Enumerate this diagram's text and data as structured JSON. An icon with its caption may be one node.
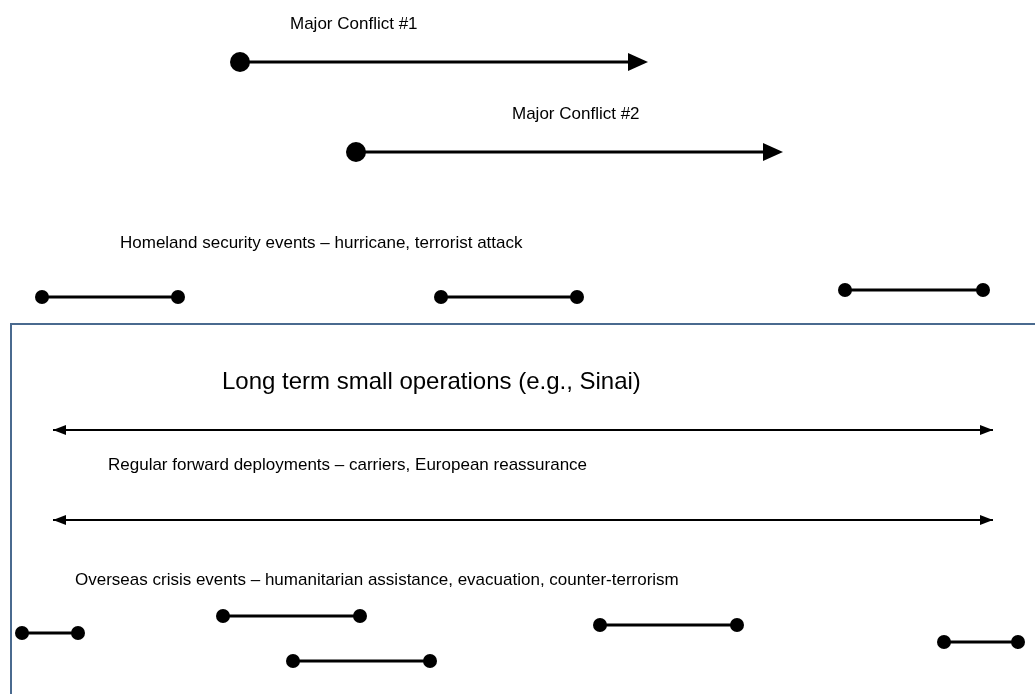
{
  "diagram": {
    "nodes": [
      {
        "text": [
          "Long term small operations (e.g., Sinai)",
          "Regular forward deployments – carriers, European reassurance",
          "Overseas crisis events – humanitarian assistance, evacuation, counter-terrorism"
        ]
      }
    ],
    "labels": [
      "Major Conflict #1",
      "Major Conflict #2",
      "Homeland security events – hurricane, terrorist attack"
    ]
  }
}
